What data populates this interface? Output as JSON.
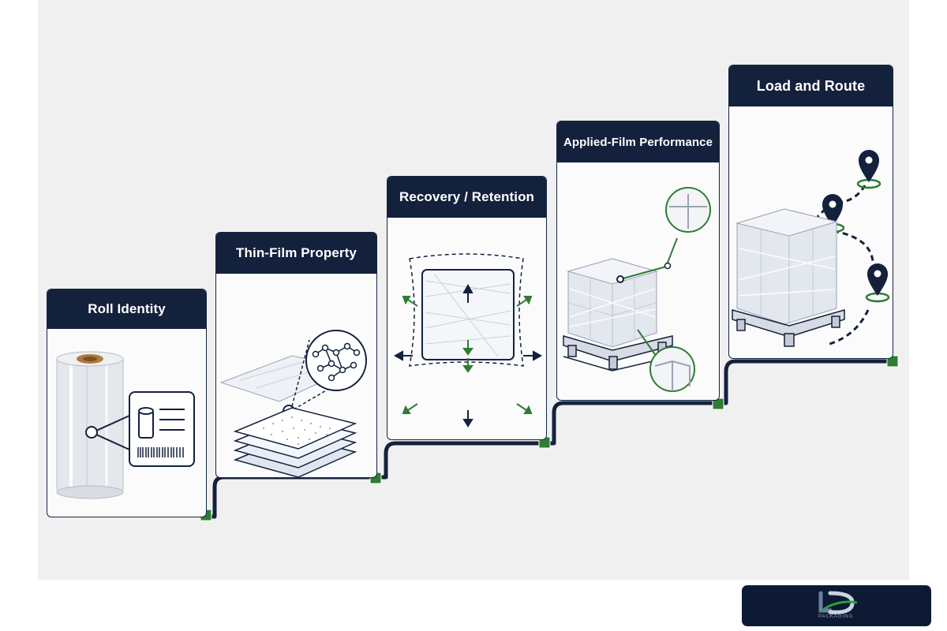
{
  "steps": [
    {
      "id": "roll-identity",
      "title": "Roll Identity"
    },
    {
      "id": "thin-film-property",
      "title": "Thin-Film Property"
    },
    {
      "id": "recovery-retention",
      "title": "Recovery / Retention"
    },
    {
      "id": "applied-film-performance",
      "title": "Applied-Film Performance"
    },
    {
      "id": "load-and-route",
      "title": "Load and Route"
    }
  ],
  "logo": {
    "text": "PACKAGING"
  },
  "colors": {
    "navy": "#14213d",
    "green": "#2e7d32",
    "panel": "#f0f0f1"
  }
}
